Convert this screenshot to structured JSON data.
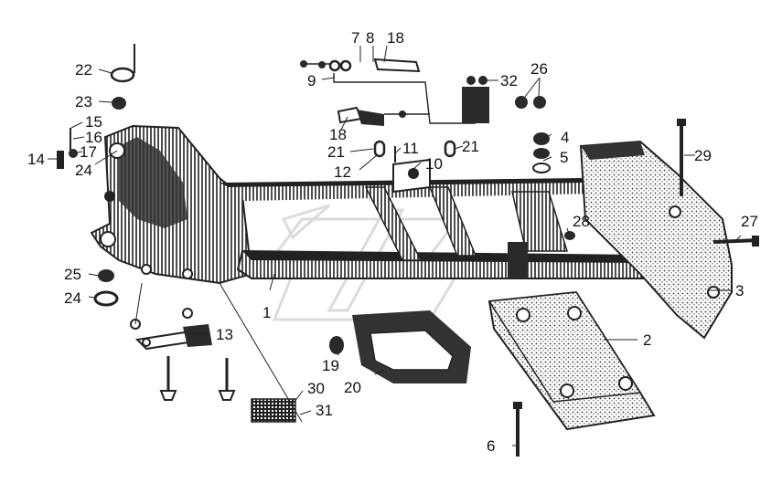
{
  "callouts": [
    {
      "id": "c1",
      "text": "1"
    },
    {
      "id": "c2",
      "text": "2"
    },
    {
      "id": "c3",
      "text": "3"
    },
    {
      "id": "c4",
      "text": "4"
    },
    {
      "id": "c5",
      "text": "5"
    },
    {
      "id": "c6",
      "text": "6"
    },
    {
      "id": "c7",
      "text": "7"
    },
    {
      "id": "c8",
      "text": "8"
    },
    {
      "id": "c9",
      "text": "9"
    },
    {
      "id": "c10",
      "text": "10"
    },
    {
      "id": "c11",
      "text": "11"
    },
    {
      "id": "c12",
      "text": "12"
    },
    {
      "id": "c13",
      "text": "13"
    },
    {
      "id": "c14",
      "text": "14"
    },
    {
      "id": "c15",
      "text": "15"
    },
    {
      "id": "c16",
      "text": "16"
    },
    {
      "id": "c17",
      "text": "17"
    },
    {
      "id": "c18a",
      "text": "18"
    },
    {
      "id": "c18b",
      "text": "18"
    },
    {
      "id": "c19",
      "text": "19"
    },
    {
      "id": "c20",
      "text": "20"
    },
    {
      "id": "c21a",
      "text": "21"
    },
    {
      "id": "c21b",
      "text": "21"
    },
    {
      "id": "c22",
      "text": "22"
    },
    {
      "id": "c23",
      "text": "23"
    },
    {
      "id": "c24a",
      "text": "24"
    },
    {
      "id": "c24b",
      "text": "24"
    },
    {
      "id": "c25",
      "text": "25"
    },
    {
      "id": "c26",
      "text": "26"
    },
    {
      "id": "c27",
      "text": "27"
    },
    {
      "id": "c28",
      "text": "28"
    },
    {
      "id": "c29",
      "text": "29"
    },
    {
      "id": "c30",
      "text": "30"
    },
    {
      "id": "c31",
      "text": "31"
    },
    {
      "id": "c32",
      "text": "32"
    }
  ]
}
